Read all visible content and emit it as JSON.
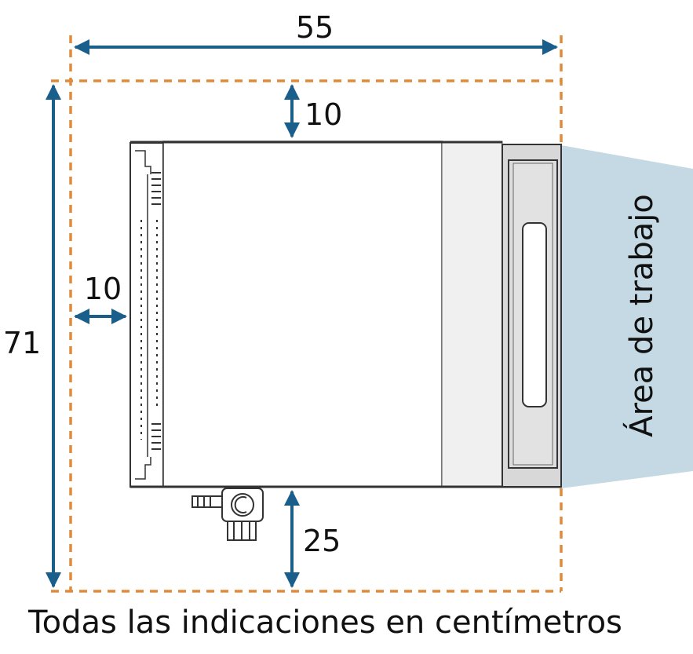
{
  "dimensions": {
    "total_width": "55",
    "total_height": "71",
    "top_clearance": "10",
    "side_clearance": "10",
    "bottom_clearance": "25"
  },
  "work_area_label": "Área de trabajo",
  "caption": "Todas las indicaciones en centímetros",
  "colors": {
    "arrow": "#1a5f8c",
    "dashed_boundary": "#e08a3a",
    "work_area": "#c4d9e3",
    "device_outline": "#333333",
    "device_face": "#ffffff",
    "device_side": "#f0f0f0",
    "door_frame": "#d8d8d8"
  }
}
